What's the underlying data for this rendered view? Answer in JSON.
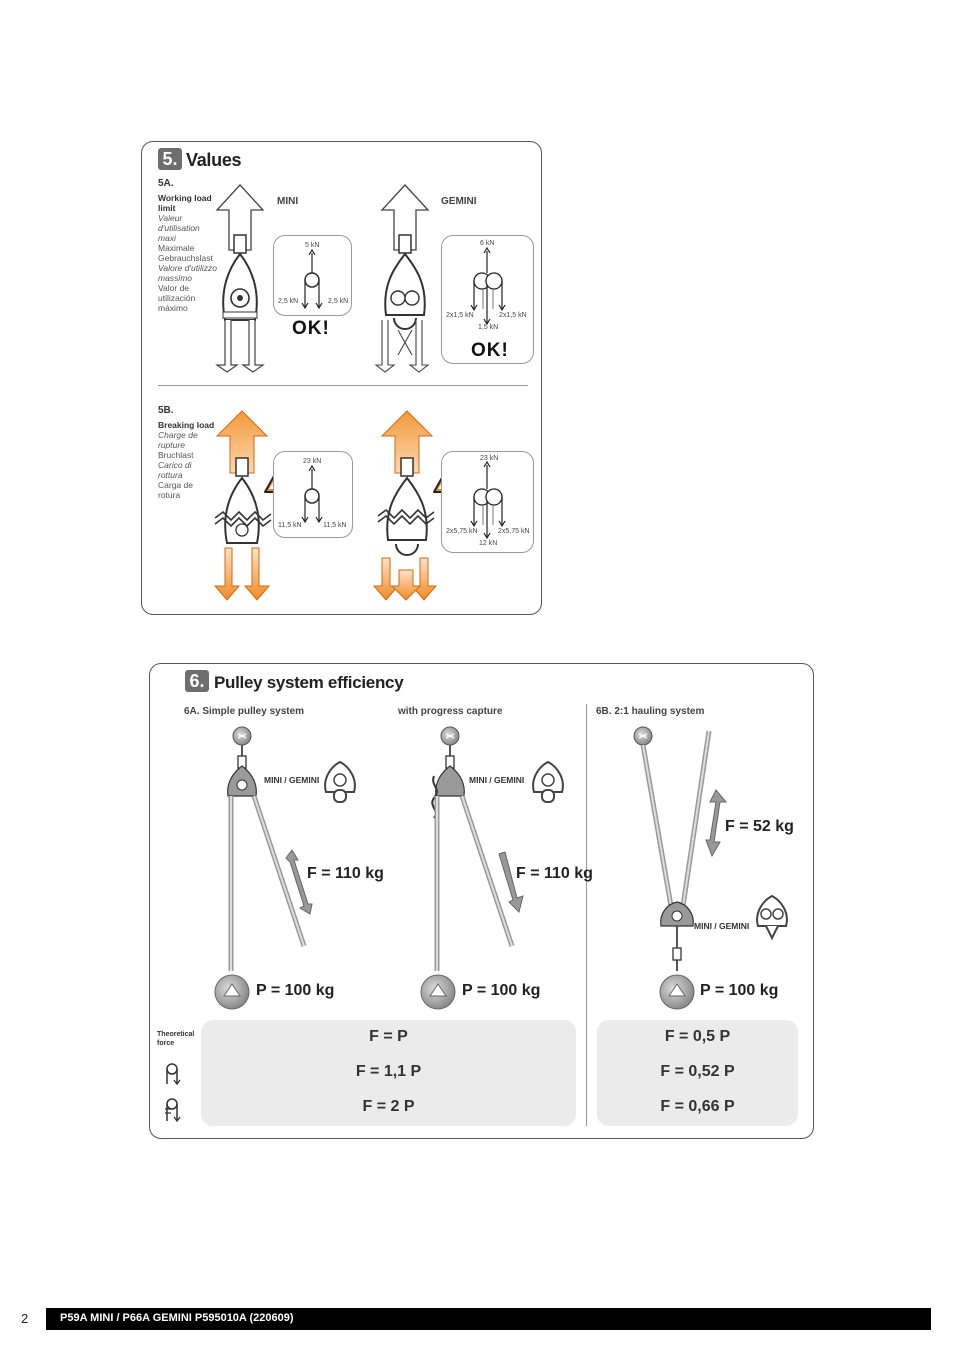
{
  "section5": {
    "number": "5.",
    "title": "Values",
    "a_label": "5A.",
    "a_desc": [
      "Working load",
      "limit",
      "Valeur",
      "d'utilisation",
      "maxi",
      "Maximale",
      "Gebrauchslast",
      "Valore d'utilizzo",
      "massimo",
      "Valor de",
      "utilización",
      "máximo"
    ],
    "b_label": "5B.",
    "b_desc": [
      "Breaking load",
      "Charge de",
      "rupture",
      "Bruchlast",
      "Carico di",
      "rottura",
      "Carga de",
      "rotura"
    ],
    "mini_label": "MINI",
    "gemini_label": "GEMINI",
    "mini_wll": {
      "top": "5 kN",
      "left": "2,5 kN",
      "right": "2,5 kN"
    },
    "gemini_wll": {
      "top": "6 kN",
      "left": "2x1,5 kN",
      "right": "2x1,5 kN",
      "bottom": "1,5 kN"
    },
    "mini_mbs": {
      "top": "23 kN",
      "left": "11,5 kN",
      "right": "11,5 kN"
    },
    "gemini_mbs": {
      "top": "23 kN",
      "left": "2x5,75 kN",
      "right": "2x5,75 kN",
      "bottom": "12 kN"
    },
    "ok_text": "OK!"
  },
  "section6": {
    "number": "6.",
    "title": "Pulley system efficiency",
    "a_header": "6A. Simple pulley system",
    "progress_header": "with progress capture",
    "b_header": "6B. 2:1 hauling system",
    "device_label": "MINI / GEMINI",
    "force_simple": "F = 110 kg",
    "force_progress": "F = 110 kg",
    "force_haul": "F = 52 kg",
    "load": "P = 100 kg",
    "theoretical_label": [
      "Theoretical",
      "force"
    ],
    "formulas_a": [
      "F = P",
      "F = 1,1 P",
      "F = 2 P"
    ],
    "formulas_b": [
      "F = 0,5 P",
      "F = 0,52 P",
      "F = 0,66 P"
    ]
  },
  "footer": {
    "page_number": "2",
    "text": "P59A MINI / P66A GEMINI P595010A (220609)"
  },
  "colors": {
    "orange": "#f08a24",
    "grey": "#7a7a7a",
    "dark": "#333333"
  }
}
